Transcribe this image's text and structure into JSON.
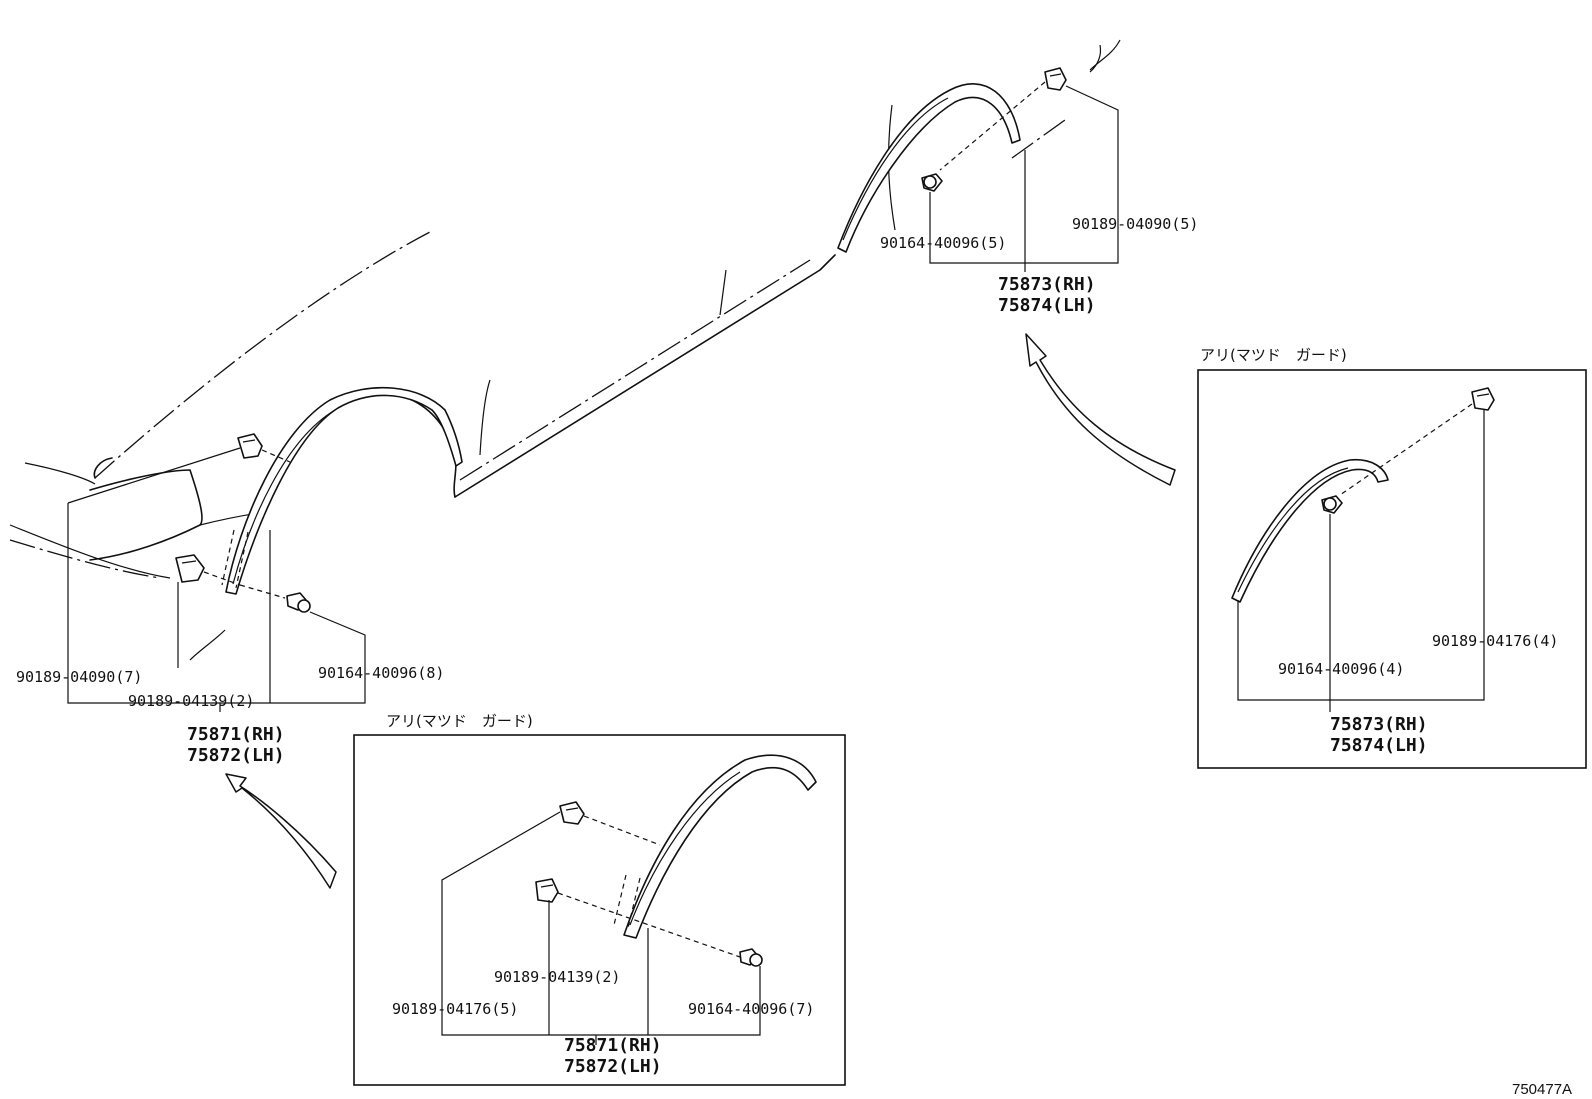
{
  "main_view": {
    "front_group": {
      "clip_a": "90189-04090(7)",
      "clip_b": "90189-04139(2)",
      "screw": "90164-40096(8)",
      "part_rh": "75871(RH)",
      "part_lh": "75872(LH)"
    },
    "rear_group": {
      "screw": "90164-40096(5)",
      "clip": "90189-04090(5)",
      "part_rh": "75873(RH)",
      "part_lh": "75874(LH)"
    }
  },
  "inset_front": {
    "title": "アリ(マツド　ガード)",
    "clip_b": "90189-04139(2)",
    "clip_a": "90189-04176(5)",
    "screw": "90164-40096(7)",
    "part_rh": "75871(RH)",
    "part_lh": "75872(LH)"
  },
  "inset_rear": {
    "title": "アリ(マツド　ガード)",
    "clip": "90189-04176(4)",
    "screw": "90164-40096(4)",
    "part_rh": "75873(RH)",
    "part_lh": "75874(LH)"
  },
  "figure_id": "750477A"
}
